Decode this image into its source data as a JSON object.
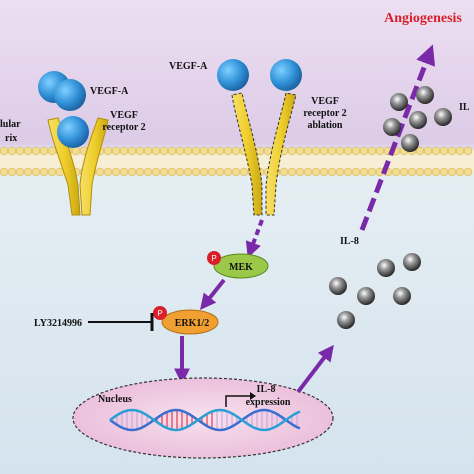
{
  "colors": {
    "extracellular_top": "#d9cde8",
    "cytoplasm": "#dbe7f0",
    "membrane_head": "#f2dc8e",
    "membrane_tail": "#f6efd6",
    "receptor": "#f2d33a",
    "ligand": "#2f8fd6",
    "arrow": "#7a2aa8",
    "kinase": "#9cc84a",
    "erk": "#f0a030",
    "phospho": "#d8202a",
    "il8": "#555555",
    "title_red": "#d8202a"
  },
  "labels": {
    "angiogenesis": "Angiogenesis",
    "il8_cut": "IL",
    "extracellular_line1": "lular",
    "extracellular_line2": "rix",
    "vegfa_left": "VEGF-A",
    "vegfa_center": "VEGF-A",
    "vegf_receptor_left_line1": "VEGF",
    "vegf_receptor_left_line2": "receptor 2",
    "vegf_receptor_right_line1": "VEGF",
    "vegf_receptor_right_line2": "receptor 2",
    "vegf_receptor_right_line3": "ablation",
    "phospho_mark": "P",
    "mek": "MEK",
    "erk": "ERK1/2",
    "inhibitor": "LY3214996",
    "nucleus": "Nucleus",
    "il8_cytoplasm": "IL-8",
    "il8_expression_line1": "IL-8",
    "il8_expression_line2": "expression"
  }
}
